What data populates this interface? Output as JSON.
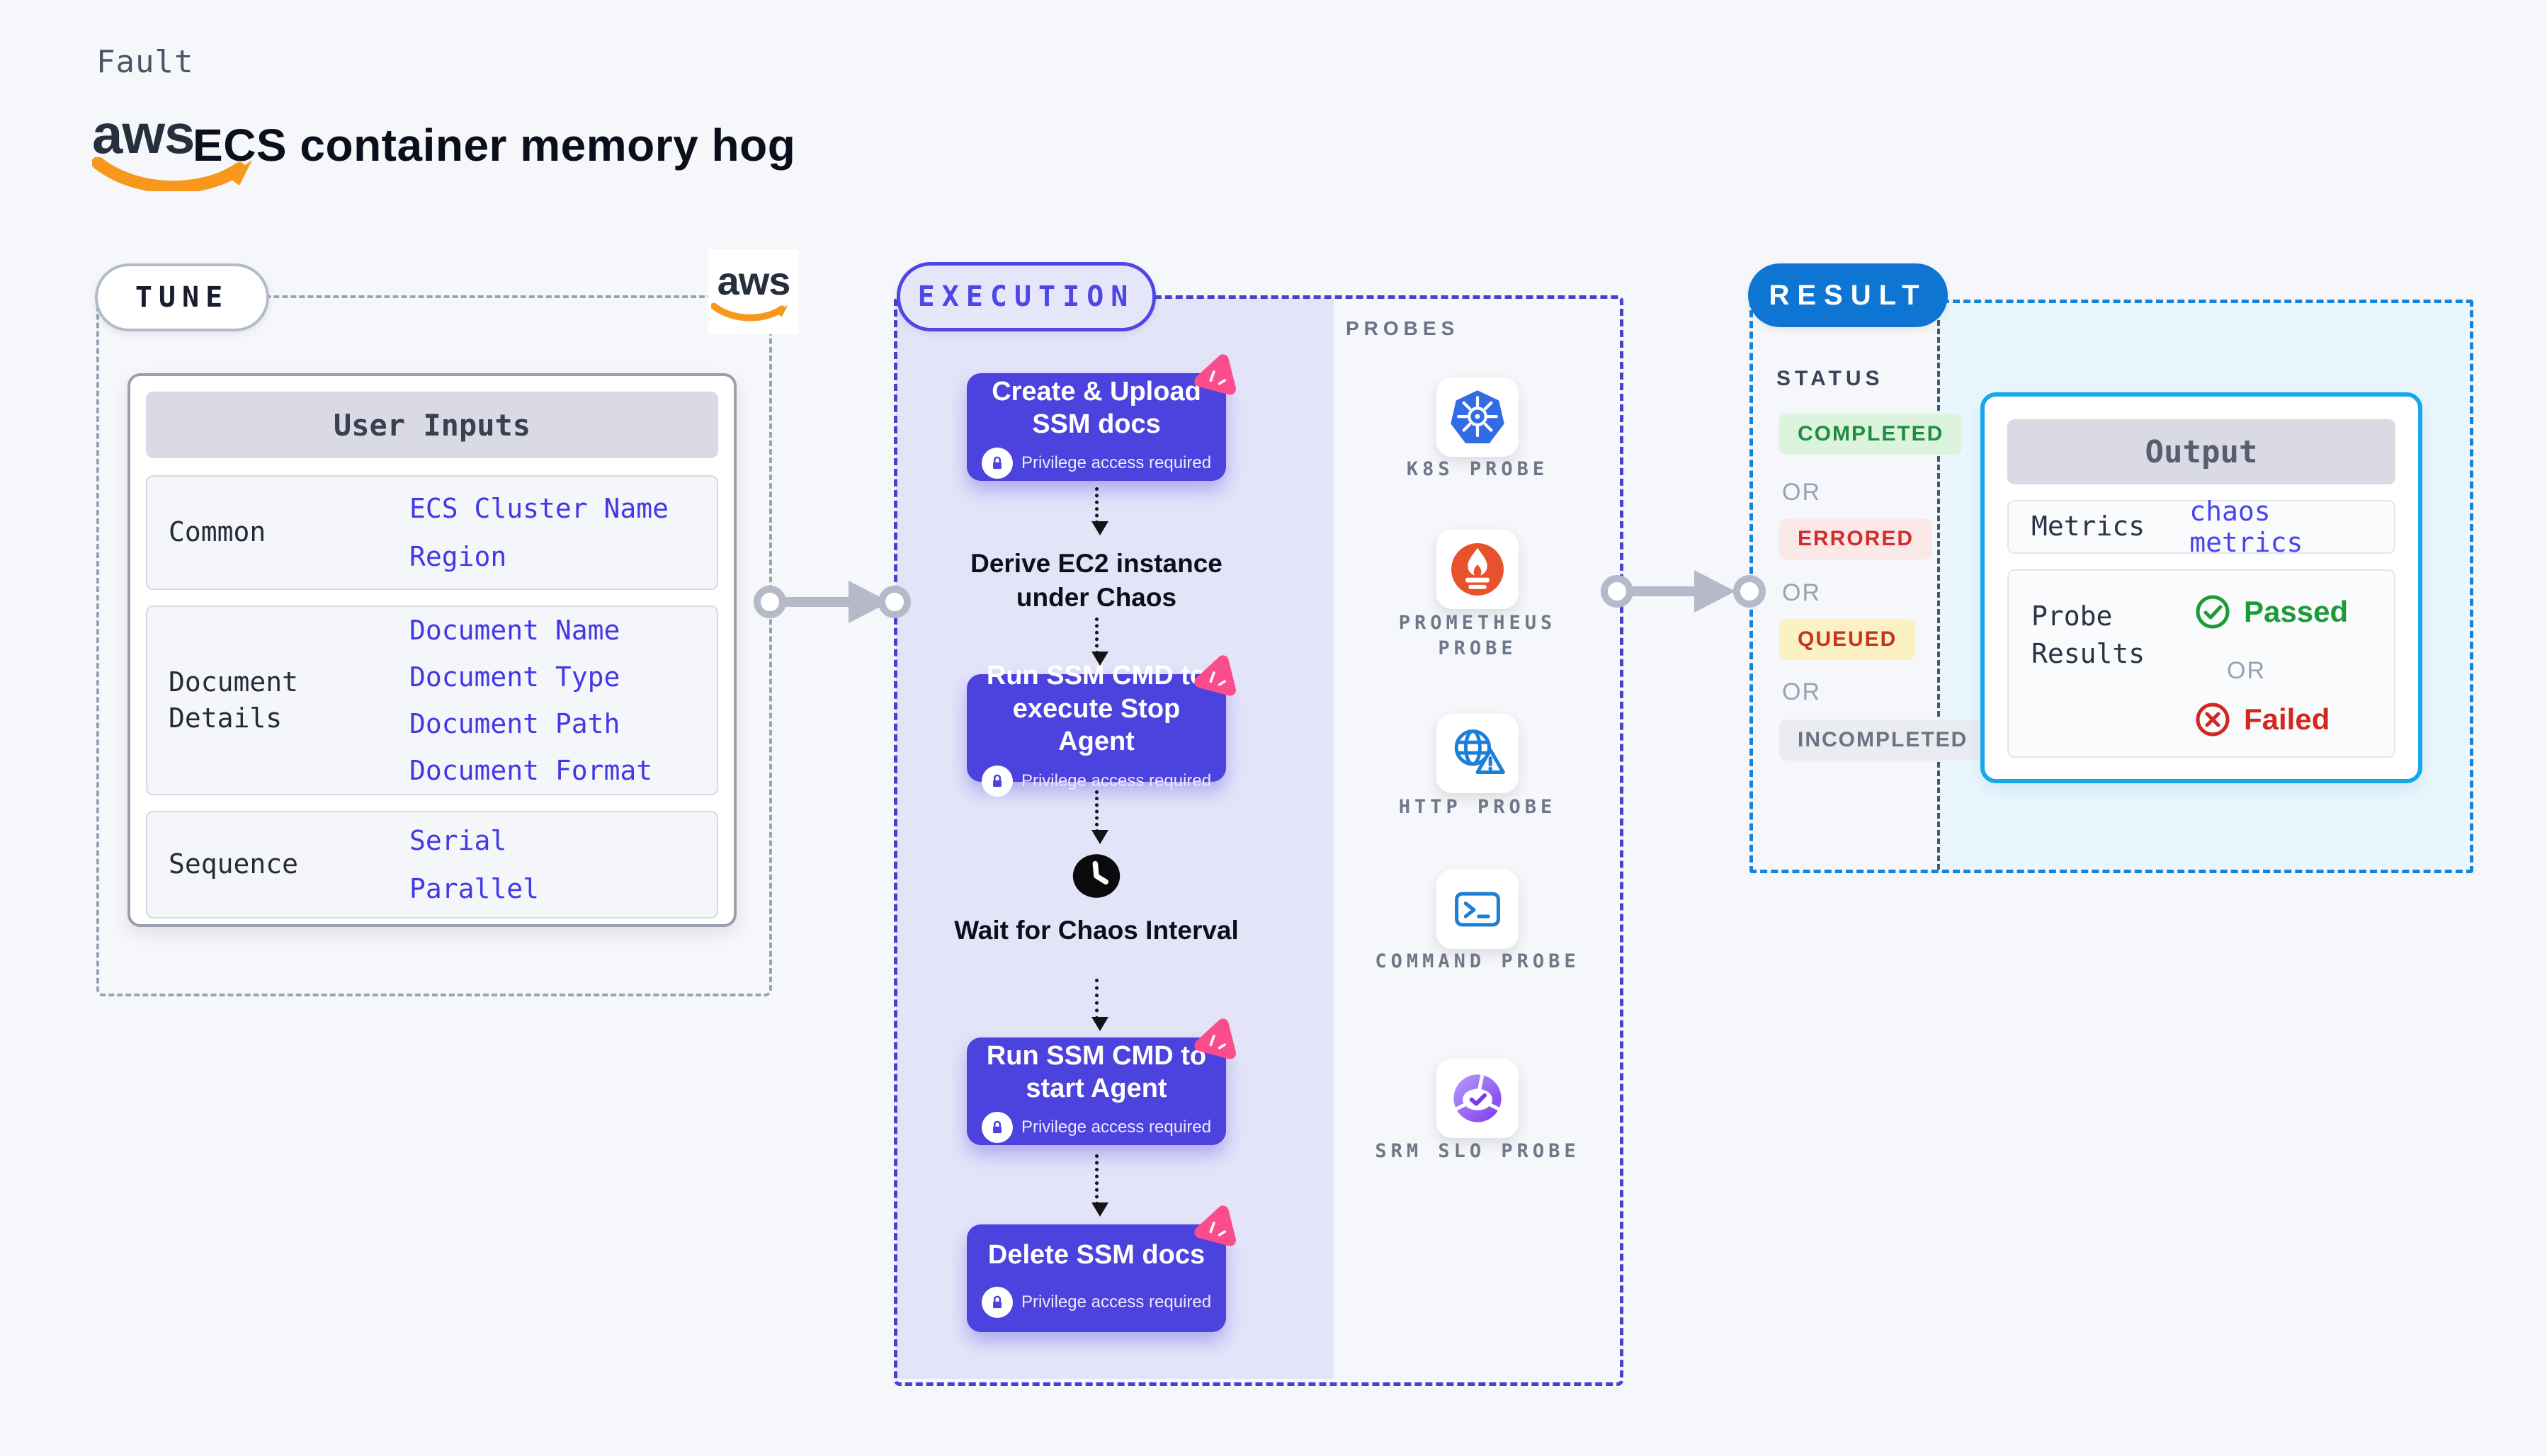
{
  "brand": {
    "wordmark": "aws"
  },
  "header": {
    "eyebrow": "Fault",
    "title": "ECS container memory hog"
  },
  "tune": {
    "badge": "TUNE",
    "table": {
      "header": "User Inputs",
      "rows": [
        {
          "label": "Common",
          "values": [
            "ECS Cluster Name",
            "Region"
          ]
        },
        {
          "label": "Document Details",
          "values": [
            "Document Name",
            "Document Type",
            "Document Path",
            "Document Format"
          ]
        },
        {
          "label": "Sequence",
          "values": [
            "Serial",
            "Parallel"
          ]
        }
      ]
    }
  },
  "execution": {
    "badge": "EXECUTION",
    "privilege_label": "Privilege access required",
    "steps": [
      "Create & Upload SSM docs",
      "Run SSM CMD to execute Stop Agent",
      "Run SSM CMD to start Agent",
      "Delete SSM docs"
    ],
    "notes": {
      "derive": "Derive EC2 instance under Chaos",
      "wait": "Wait for Chaos Interval"
    }
  },
  "probes": {
    "label": "PROBES",
    "items": [
      {
        "icon": "kubernetes-icon",
        "label": "K8S PROBE"
      },
      {
        "icon": "prometheus-icon",
        "label": "PROMETHEUS PROBE"
      },
      {
        "icon": "http-globe-warning-icon",
        "label": "HTTP PROBE"
      },
      {
        "icon": "command-terminal-icon",
        "label": "COMMAND PROBE"
      },
      {
        "icon": "srm-slo-icon",
        "label": "SRM SLO PROBE"
      }
    ]
  },
  "result": {
    "badge": "RESULT",
    "status": {
      "label": "STATUS",
      "separator": "OR",
      "badges": [
        {
          "text": "COMPLETED",
          "type": "completed"
        },
        {
          "text": "ERRORED",
          "type": "errored"
        },
        {
          "text": "QUEUED",
          "type": "queued"
        },
        {
          "text": "INCOMPLETED",
          "type": "incompleted"
        }
      ]
    },
    "output": {
      "header": "Output",
      "metrics_label": "Metrics",
      "metrics_value": "chaos metrics",
      "probe_results_label": "Probe Results",
      "passed": "Passed",
      "separator": "OR",
      "failed": "Failed"
    }
  },
  "colors": {
    "indigo": "#4f46e5",
    "lavender": "#e4e4f9",
    "pink": "#fb4d8c",
    "result_blue": "#0e76d2",
    "output_border": "#16a7e8",
    "cyan_bg": "#e9f6fd",
    "green": "#1d9b38",
    "red": "#d3281e",
    "gray_arrow": "#b5b9c8",
    "link_blue": "#4338e8"
  }
}
